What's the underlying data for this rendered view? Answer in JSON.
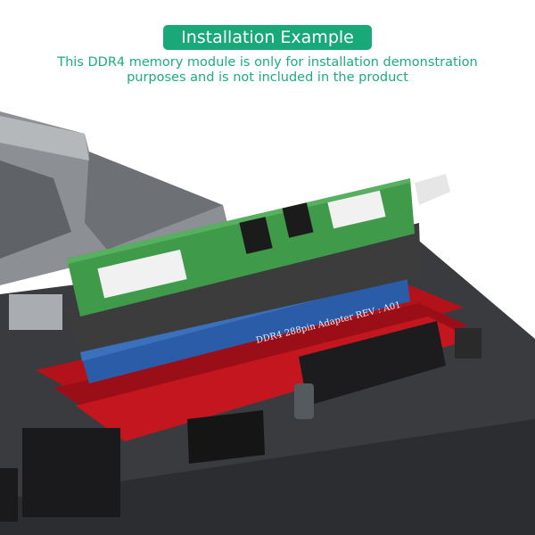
{
  "banner": {
    "title": "Installation Example"
  },
  "subtitle": {
    "line1": "This DDR4 memory module is only for installation demonstration",
    "line2": "purposes and is not included in the product"
  },
  "adapter": {
    "label": "DDR4  288pin  Adapter   REV : A01"
  },
  "colors": {
    "accent": "#19a978",
    "pcb_green": "#3f9a4a",
    "adapter_blue": "#2a5ca8",
    "slot_red": "#b3121b",
    "board": "#3a3b3e"
  }
}
